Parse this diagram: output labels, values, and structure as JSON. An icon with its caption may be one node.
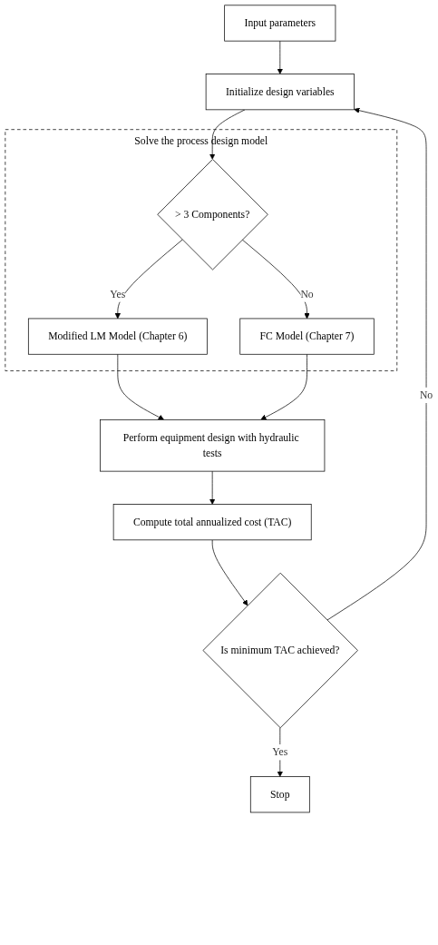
{
  "diagram": {
    "nodes": [
      {
        "text": [
          "Input parameters"
        ]
      },
      {
        "text": [
          "Initialize design variables"
        ]
      },
      {
        "text": [
          "Solve the process design model"
        ]
      },
      {
        "text": [
          "> 3 Components?"
        ],
        "in": 2
      },
      {
        "text": [
          "Modified LM Model (Chapter 6)"
        ],
        "in": 2
      },
      {
        "text": [
          "FC Model (Chapter 7)"
        ],
        "in": 2
      },
      {
        "text": [
          "Perform equipment design with hydraulic tests"
        ]
      },
      {
        "text": [
          "Compute total annualized cost (TAC)"
        ]
      },
      {
        "text": [
          "Is minimum TAC achieved?"
        ]
      },
      {
        "text": [
          "Stop"
        ]
      }
    ],
    "edges": [
      {
        "from": 0,
        "to": 1,
        "arrow": "to"
      },
      {
        "from": 1,
        "to": 3,
        "arrow": "to"
      },
      {
        "from": 3,
        "to": 4,
        "arrow": "to",
        "label": "Yes"
      },
      {
        "from": 3,
        "to": 5,
        "arrow": "to",
        "label": "No"
      },
      {
        "from": 4,
        "to": 6,
        "arrow": "to"
      },
      {
        "from": 5,
        "to": 6,
        "arrow": "to"
      },
      {
        "from": 6,
        "to": 7,
        "arrow": "to"
      },
      {
        "from": 7,
        "to": 8,
        "arrow": "to"
      },
      {
        "from": 8,
        "to": 1,
        "arrow": "to",
        "label": "No"
      },
      {
        "from": 8,
        "to": 9,
        "arrow": "to",
        "label": "Yes"
      }
    ]
  }
}
